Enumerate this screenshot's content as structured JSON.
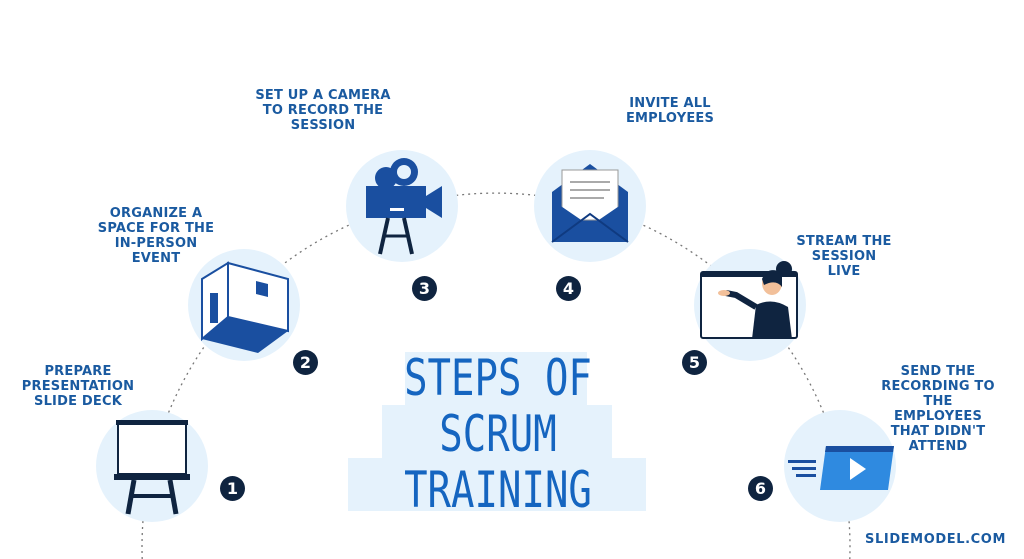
{
  "title": {
    "line1": "STEPS OF",
    "line2": "SCRUM",
    "line3": "TRAINING"
  },
  "steps": [
    {
      "number": "1",
      "label": "PREPARE PRESENTATION SLIDE DECK",
      "lines": [
        "PREPARE",
        "PRESENTATION",
        "SLIDE DECK"
      ],
      "icon": "easel-board-icon"
    },
    {
      "number": "2",
      "label": "ORGANIZE A SPACE FOR THE IN-PERSON EVENT",
      "lines": [
        "ORGANIZE A",
        "SPACE FOR THE",
        "IN-PERSON",
        "EVENT"
      ],
      "icon": "room-icon"
    },
    {
      "number": "3",
      "label": "SET UP A CAMERA TO RECORD THE SESSION",
      "lines": [
        "SET UP A CAMERA",
        "TO RECORD THE",
        "SESSION"
      ],
      "icon": "video-camera-icon"
    },
    {
      "number": "4",
      "label": "INVITE ALL EMPLOYEES",
      "lines": [
        "INVITE ALL",
        "EMPLOYEES"
      ],
      "icon": "envelope-icon"
    },
    {
      "number": "5",
      "label": "STREAM THE SESSION LIVE",
      "lines": [
        "STREAM THE",
        "SESSION",
        "LIVE"
      ],
      "icon": "presenter-screen-icon"
    },
    {
      "number": "6",
      "label": "SEND THE RECORDING TO THE EMPLOYEES THAT DIDN'T ATTEND",
      "lines": [
        "SEND THE",
        "RECORDING TO",
        "THE EMPLOYEES",
        "THAT DIDN'T",
        "ATTEND"
      ],
      "icon": "video-send-icon"
    }
  ],
  "brand": "SLIDEMODEL.COM",
  "colors": {
    "primary": "#1565c0",
    "navy": "#0f2440",
    "light": "#e5f2fc",
    "label": "#1a5aa0"
  }
}
